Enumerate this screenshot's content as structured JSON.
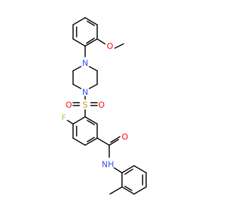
{
  "atom_labels": {
    "ether_oxygen": "O",
    "methyl_end": "",
    "piperazine_n_top": "N",
    "piperazine_n_bottom": "N",
    "sulfur": "S",
    "sulfonyl_o_left": "O",
    "sulfonyl_o_right": "O",
    "fluorine": "F",
    "carbonyl_oxygen": "O",
    "amide_nh": "NH"
  },
  "colors": {
    "bond": "#000000",
    "oxygen": "#ff0d0d",
    "nitrogen": "#3050f8",
    "sulfur": "#c8a000",
    "fluorine": "#90e050",
    "carbon_text": "#000000"
  }
}
